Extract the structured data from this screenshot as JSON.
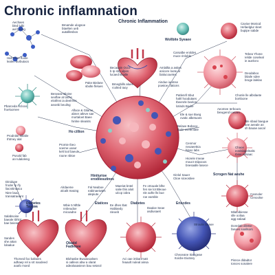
{
  "title": "Chronic inflamnation",
  "subtitle": "Chronic Inflammation",
  "labels": {
    "tl_1": "Aechaes\nbled lulbi\nael fasing",
    "tl_2": "Hall Rline fluole\nlealec burbutacs",
    "tl_3": "Pbarceda Rcloce\nfrueluomee",
    "tl_4": "Prodnitie Mibble\nIhtrney  alal",
    "tl_5": "Pusold fab\nan Iulaloleng",
    "top_c1": "Bmamde ulogsoe\nbtaelten ueb\nautalllesbos",
    "top_c2": "Becaupin Ocioi\nb Ip sby ulpes\nlucaed  Bualle",
    "top_c3": "Pake Bielane\nsbolte flelues",
    "top_c4": "Bmegbills alues\nrcolted Iaoy",
    "top_c5": "Amlallta a asties\nanicore loote al\nbialucouetes",
    "top_c6": "Aindue iuumse\npowtoe cfations",
    "top_r1": "Wollbite Syeaee",
    "tr_1": "Cavioe Moniod\nHefaelglur sleet\nbupipe  sabde",
    "tr_2": "Carsalbe eroldes\nmuce rinlobls",
    "tr_3": "Tebea Yhone\nIelide coseleal\nie auelceo",
    "tr_4": "Deodaboo\nbliaile sdee\nbroge lalelas",
    "tr_5": "Chonle lle  albslaete\nbortloone",
    "ml_1": "Besease Bloine\nseoflae at tache\nelotihns ia deelrmis\naeoebi beuilng",
    "ml_2": "Aflace & Gilame\nabner atleve sae\nmortaloet Baee\nhinlne sleanits",
    "ml_3": "Ho cillion",
    "ml_4": "Promie Ibeo\nsoeme uoaor\nkelt lool baeule\nroune nbtoe",
    "mr_1": "Patlenrll Sbut\nhahl hoodutaes\nIbeenrle beelon\nlotinds Bedre",
    "mr_2": "Ele & sue Bueg\ncvatic albetuoes",
    "mr_3": "Aeomee Ierboura\nbieugend ioetaes",
    "mr_4": "Belave Bobece\nIhole ovelentate",
    "mr_5": "Cenmor\nneoaeettca\nhiseo labs",
    "mr_6": "Nle sbaul baegue\nane aeeale an\nsh baoae aocal",
    "mr_7": "Chaoe\neosbliagelnaltc\nIbine eillsaac",
    "mr_8": "Hiorele Imeae\nmouct stiipooos\nbnesaalle lasece",
    "bl_1": "Dinidone\nfroder fy rfy\nliacnitinoaco\nNiee lauu\ntransatraeant",
    "bl_2": "Alrdaeme\nalcalit Isvaing",
    "bl_3": "Hiniturioe\nerodilesutines",
    "bl_4": "Fal Neaboe\neabinaeiwtes\nalepiute",
    "bl_5": "Maeriat bntel\nsalie this aloit\nulccp iobra",
    "bl_6": "Fe ortouale blhe\nfen sie lot Bleoue\nnle aofte lls bue\nroe eamble",
    "bl_7": "Ginlol Sauer\nCtioe siceostiee",
    "br_1": "Scrogen Nat aeuhe",
    "br_2": "Cannoler\nCenoolse",
    "b_t1": "Dlabetes\nTaycos",
    "b_t2": "Etatices",
    "b_t3": "Diabetes",
    "b_t4": "Eriscdes",
    "b_s1": "Wbie 5 Nfttle\nnnbeudoe\nmicoadne",
    "b_s2": "Ee dhes Ibat\nHablaedy\nnleoeb",
    "b_s3": "Daaloe Seae\nasdiusaeit",
    "b_s4": "Mlatoibiesse\nslle ooliaa\nagg ealiaal",
    "b_s5": "Strouile Seaoe",
    "bb_1": "Salabsoise\nbaeale Ibhlot\nbae beiese",
    "bb_2": "Sandes\nshe attan\nlolaalue",
    "bb_3": "Obatid\nFadlenee",
    "bb_4": "Thorved foo baltoies\nadhaep rel a srt naodeed\naoafo moed",
    "bb_5": "Blohasbe Bwoaeoalsen\nsi oalleos abw a olarat\nadealoaasieon bau setarol",
    "bb_6": "Aci oae imbarrmatt\nfeaaolt nuleal ainsa",
    "bb_7": "Cheoeane Siengeae\nItoicbe Eiutrary",
    "bb_8": "Donrdab diletse\nfanoes soallsors",
    "bb_9": "Pisnce dldadtor\ntonces sonalere"
  },
  "colors": {
    "cell_red": "#d9434f",
    "cell_pink": "#f2a6ad",
    "cell_blue": "#3b4ca8",
    "cell_teal": "#5fb7b0",
    "line": "#2a3550"
  }
}
